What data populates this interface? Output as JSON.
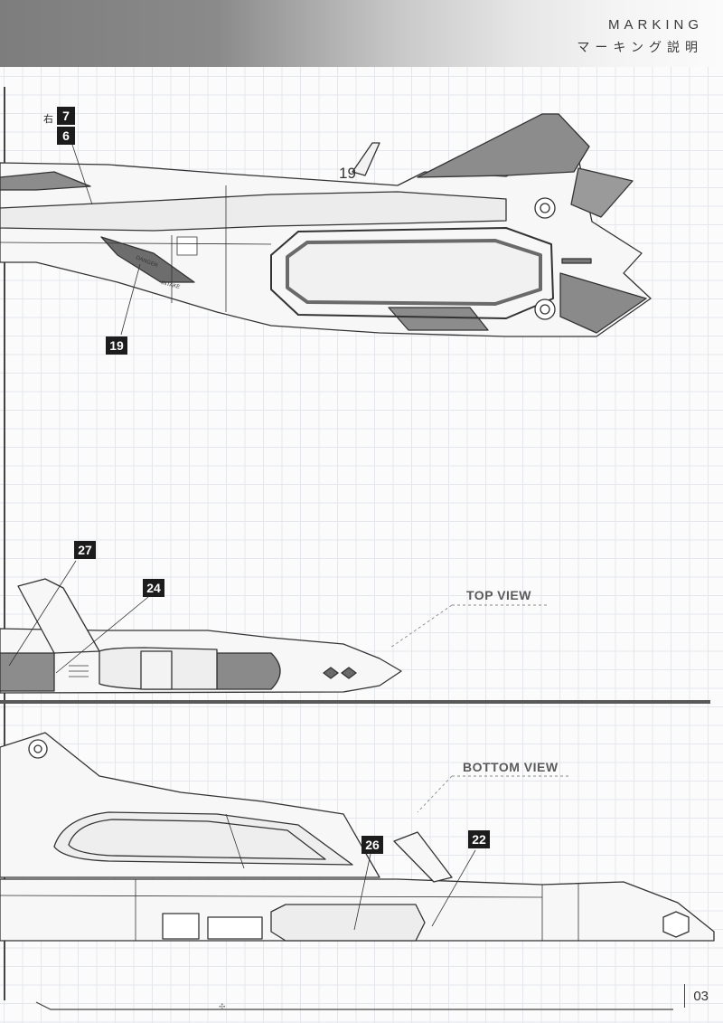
{
  "header": {
    "title": "MARKING",
    "subtitle": "マーキング説明"
  },
  "callouts": {
    "right_label": "右",
    "n7": "7",
    "n6": "6",
    "n19": "19",
    "n27": "27",
    "n24": "24",
    "n26": "26",
    "n22": "22"
  },
  "views": {
    "top": "TOP VIEW",
    "bottom": "BOTTOM VIEW"
  },
  "aircraft_markings": {
    "tail_number": "19",
    "danger": "DANGER",
    "intake": "INTAKE"
  },
  "footer": {
    "page_number": "03",
    "mark": "✣"
  }
}
